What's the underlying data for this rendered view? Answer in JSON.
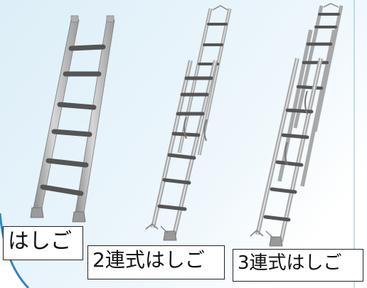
{
  "labels": {
    "single": "はしご",
    "double": "2連式はしご",
    "triple": "3連式はしご"
  },
  "colors": {
    "background_tint": "#dceef8",
    "arc": "#2e86c1",
    "rail_light": "#c9c9c9",
    "rail_dark": "#8a8a8a",
    "rung": "#555555",
    "foot": "#9a9a9a"
  },
  "icons": {
    "single": "ladder-icon",
    "double": "extension-ladder-2-section-icon",
    "triple": "extension-ladder-3-section-icon"
  }
}
